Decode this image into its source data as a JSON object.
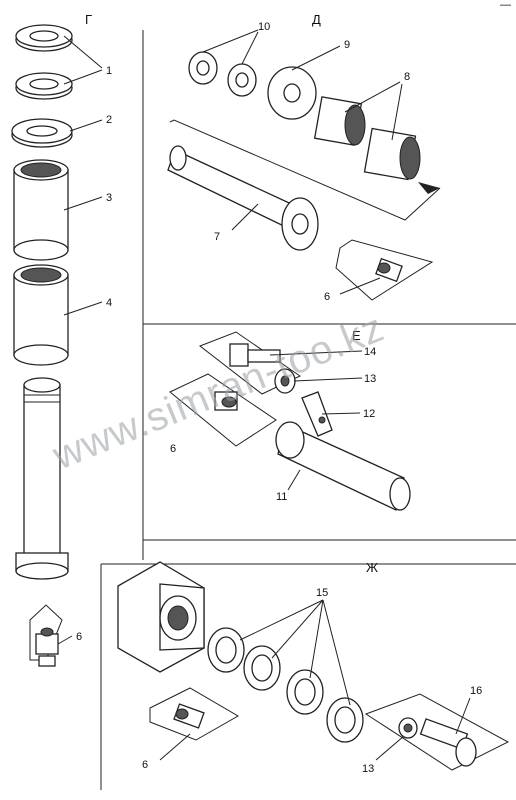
{
  "sections": {
    "g": "Г",
    "d": "Д",
    "e": "Е",
    "zh": "Ж"
  },
  "callouts": {
    "n1": "1",
    "n2": "2",
    "n3": "3",
    "n4": "4",
    "n6a": "6",
    "n10": "10",
    "n9": "9",
    "n8": "8",
    "n7": "7",
    "n6b": "6",
    "n14": "14",
    "n13a": "13",
    "n12": "12",
    "n6c": "6",
    "n11": "11",
    "n15": "15",
    "n16": "16",
    "n13b": "13",
    "n6d": "6"
  },
  "watermark": "www.simran-too.kz",
  "corner_mark": "—"
}
